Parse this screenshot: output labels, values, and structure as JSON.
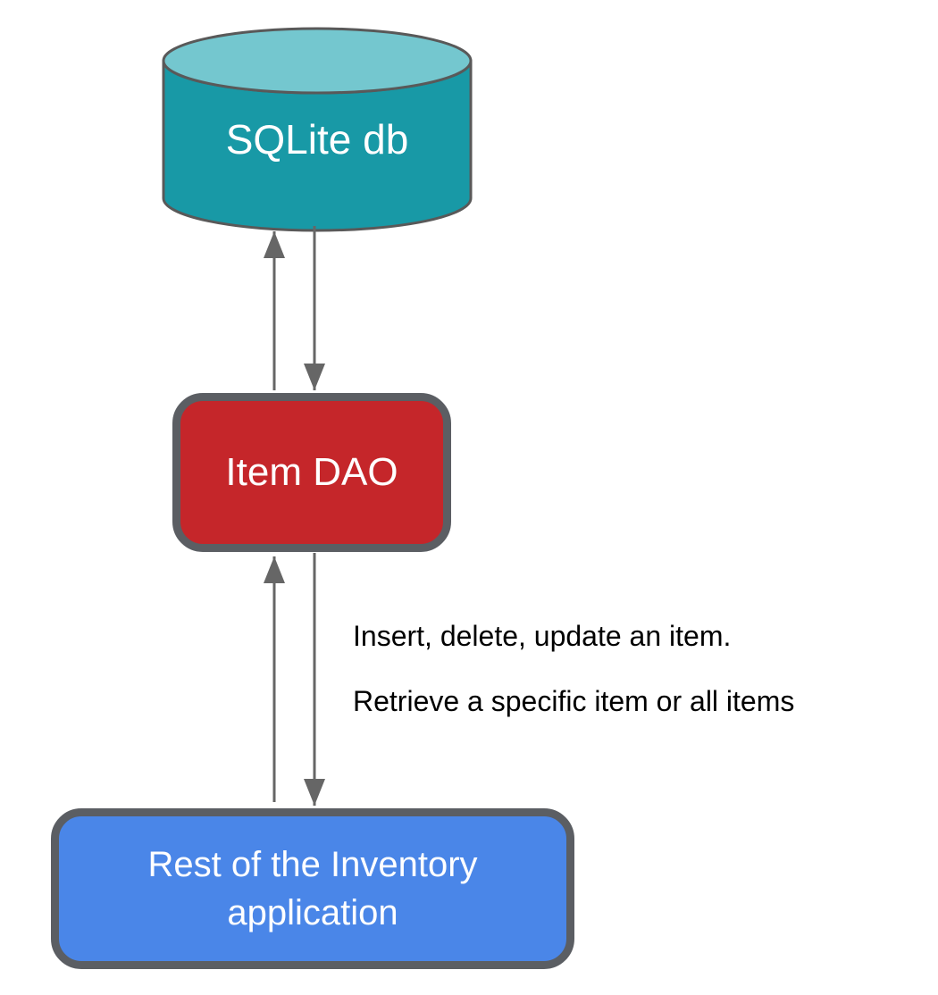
{
  "diagram": {
    "nodes": {
      "database": {
        "label": "SQLite db",
        "shape": "cylinder",
        "fill": "#1899A6",
        "top_fill": "#74C7CF"
      },
      "dao": {
        "label": "Item DAO",
        "shape": "rounded-rectangle",
        "fill": "#C5262A"
      },
      "app": {
        "label": "Rest of the Inventory application",
        "shape": "rounded-rectangle",
        "fill": "#4A86E8"
      }
    },
    "edge_label": {
      "line1": "Insert, delete, update an item.",
      "line2": "Retrieve a specific item or all items"
    },
    "edges": [
      {
        "name": "dao-to-db",
        "direction": "up"
      },
      {
        "name": "db-to-dao",
        "direction": "down"
      },
      {
        "name": "app-to-dao",
        "direction": "up"
      },
      {
        "name": "dao-to-app",
        "direction": "down"
      }
    ],
    "colors": {
      "outline": "#595959",
      "box_border": "#5B5E63",
      "arrow": "#666666",
      "node_text": "#FFFFFF",
      "label_text": "#000000",
      "background": "#FFFFFF"
    }
  }
}
